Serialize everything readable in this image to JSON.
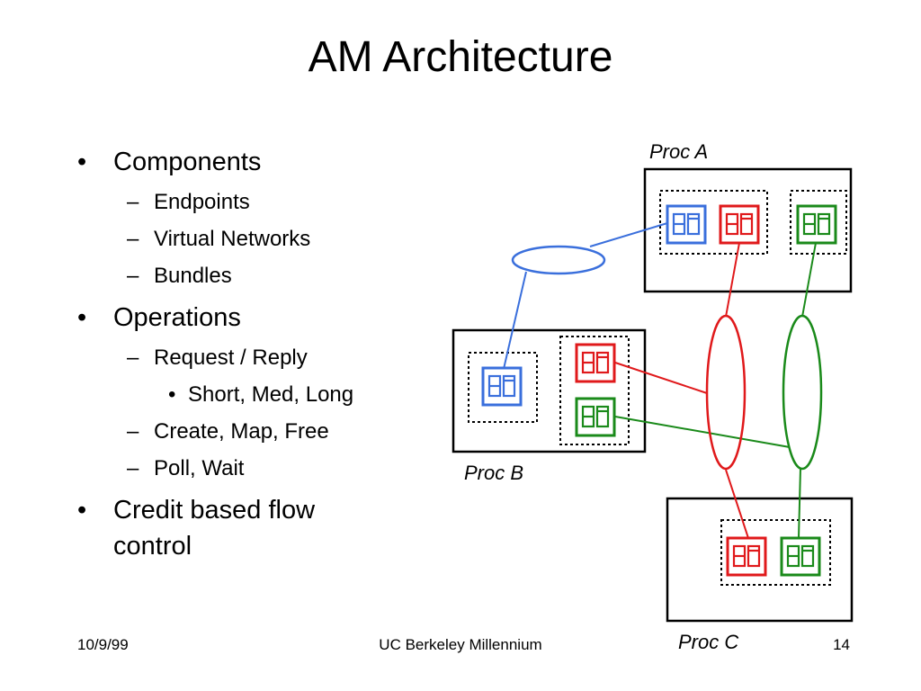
{
  "slide": {
    "title": "AM Architecture"
  },
  "bullets": {
    "components": "Components",
    "endpoints": "Endpoints",
    "virtual_networks": "Virtual Networks",
    "bundles": "Bundles",
    "operations": "Operations",
    "request_reply": "Request / Reply",
    "short_med_long": "Short, Med, Long",
    "create_map_free": "Create, Map, Free",
    "poll_wait": "Poll, Wait",
    "credit_flow_line1": "Credit based flow",
    "credit_flow_line2": "control",
    "bullet_glyph": "•",
    "dash_glyph": "–"
  },
  "diagram": {
    "proc_a_label": "Proc A",
    "proc_b_label": "Proc B",
    "proc_c_label": "Proc C",
    "colors": {
      "blue": "#3a6fdc",
      "red": "#e0191b",
      "green": "#1a8a1a",
      "box": "#000000"
    }
  },
  "footer": {
    "date": "10/9/99",
    "center": "UC Berkeley Millennium",
    "page_number": "14"
  }
}
